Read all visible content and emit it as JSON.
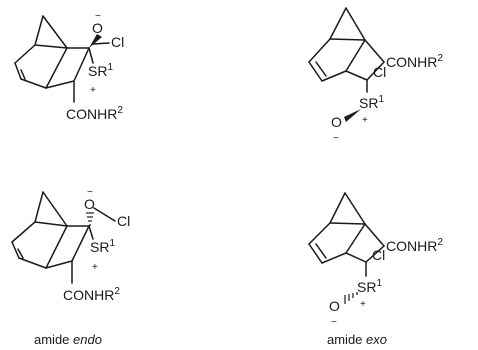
{
  "structures": [
    {
      "atoms": {
        "sulfinyl_o": "O",
        "neg": "−",
        "cl": "Cl",
        "s": "S",
        "r": "R",
        "r_sup": "1",
        "pos": "+",
        "amide": "CONHR",
        "amide_sup": "2"
      }
    },
    {
      "atoms": {
        "cl": "Cl",
        "amide": "CONHR",
        "amide_sup": "2",
        "s": "S",
        "r": "R",
        "r_sup": "1",
        "pos": "+",
        "sulfinyl_o": "O",
        "neg": "−"
      }
    },
    {
      "atoms": {
        "sulfinyl_o": "O",
        "neg": "−",
        "cl": "Cl",
        "s": "S",
        "r": "R",
        "r_sup": "1",
        "pos": "+",
        "amide": "CONHR",
        "amide_sup": "2"
      }
    },
    {
      "atoms": {
        "cl": "Cl",
        "amide": "CONHR",
        "amide_sup": "2",
        "s": "S",
        "r": "R",
        "r_sup": "1",
        "pos": "+",
        "sulfinyl_o": "O",
        "neg": "−"
      }
    }
  ],
  "captions": {
    "endo": {
      "word": "amide",
      "style": "endo"
    },
    "exo": {
      "word": "amide",
      "style": "exo"
    }
  }
}
